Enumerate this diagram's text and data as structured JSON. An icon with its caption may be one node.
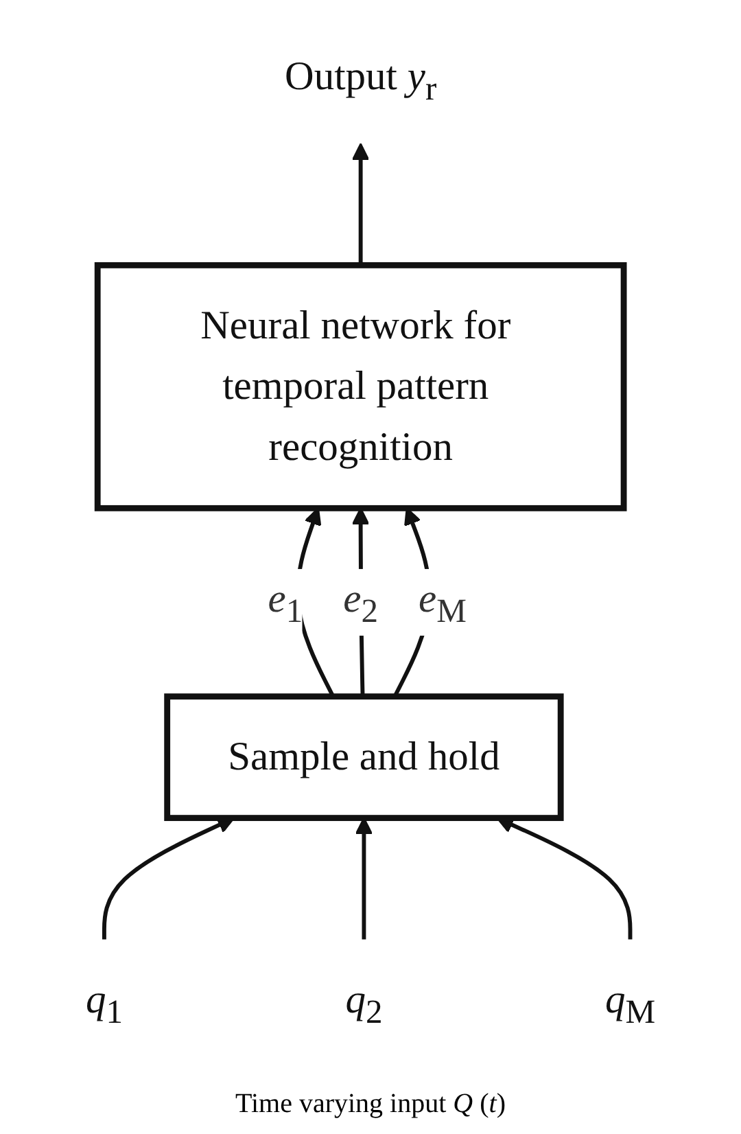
{
  "diagram": {
    "nodes": [
      {
        "text": [
          "Output *y*$_{r}$"
        ]
      },
      {
        "text": [
          "Neural network for temporal pattern recognition"
        ]
      },
      {
        "text": [
          "Sample and hold"
        ]
      },
      {
        "text": [
          "*q*$_{1}$"
        ]
      },
      {
        "text": [
          "*q*$_{2}$"
        ]
      },
      {
        "text": [
          "*q*$_{M}$"
        ]
      }
    ],
    "edges": [
      {
        "from": 1,
        "to": 0,
        "arrow": "to"
      },
      {
        "from": 2,
        "to": 1,
        "arrow": "to",
        "label": "*e*$_{1}$"
      },
      {
        "from": 2,
        "to": 1,
        "arrow": "to",
        "label": "*e*$_{2}$"
      },
      {
        "from": 2,
        "to": 1,
        "arrow": "to",
        "label": "*e*$_{M}$"
      },
      {
        "from": 3,
        "to": 2,
        "arrow": "to"
      },
      {
        "from": 4,
        "to": 2,
        "arrow": "to"
      },
      {
        "from": 5,
        "to": 2,
        "arrow": "to"
      }
    ],
    "labels": [
      "Time varying input *Q* (*t*)"
    ]
  }
}
